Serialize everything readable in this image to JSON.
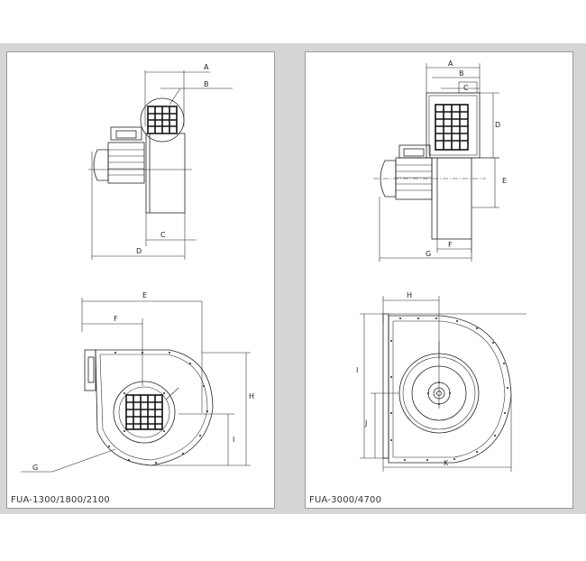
{
  "panels": [
    {
      "caption": "FUA-1300/1800/2100",
      "side_view_labels": [
        "A",
        "B",
        "C",
        "D"
      ],
      "front_view_labels": [
        "E",
        "F",
        "H",
        "I",
        "G"
      ]
    },
    {
      "caption": "FUA-3000/4700",
      "side_view_labels": [
        "A",
        "B",
        "C",
        "D",
        "E",
        "F",
        "G"
      ],
      "front_view_labels": [
        "H",
        "I",
        "J",
        "K"
      ]
    }
  ]
}
